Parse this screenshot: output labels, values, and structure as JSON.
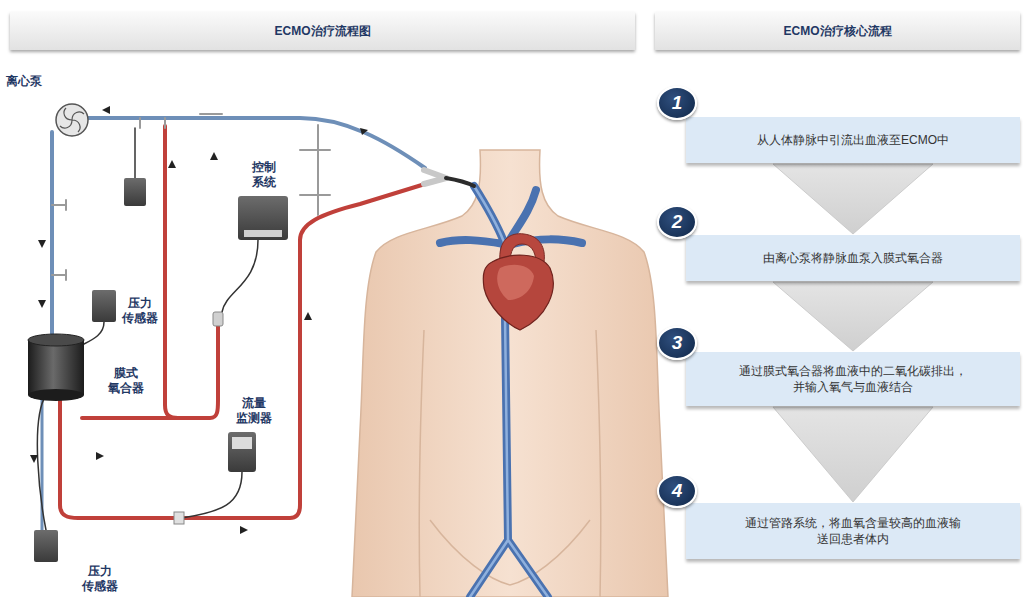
{
  "diagram": {
    "nodes": [
      {
        "text": [
          "ECMO治疗流程图"
        ]
      },
      {
        "text": [
          "ECMO治疗核心流程"
        ]
      },
      {
        "text": [
          "1"
        ]
      },
      {
        "text": [
          "从人体静脉中引流出血液至ECMO中"
        ]
      },
      {
        "text": [
          "2"
        ]
      },
      {
        "text": [
          "由离心泵将静脉血泵入膜式氧合器"
        ]
      },
      {
        "text": [
          "3"
        ]
      },
      {
        "text": [
          "通过膜式氧合器将血液中的二氧化碳排出， 并输入氧气与血液结合"
        ]
      },
      {
        "text": [
          "4"
        ]
      },
      {
        "text": [
          "通过管路系统，将血氧含量较高的血液输 送回患者体内"
        ]
      }
    ],
    "edges": [
      {
        "from": 3,
        "to": 5,
        "arrow": "to"
      },
      {
        "from": 5,
        "to": 7,
        "arrow": "to"
      },
      {
        "from": 7,
        "to": 9,
        "arrow": "to"
      }
    ],
    "labels": [
      "离心泵",
      "控制 系统",
      "压力 传感器",
      "膜式 氧合器",
      "流量 监测器",
      "压力 传感器"
    ]
  }
}
